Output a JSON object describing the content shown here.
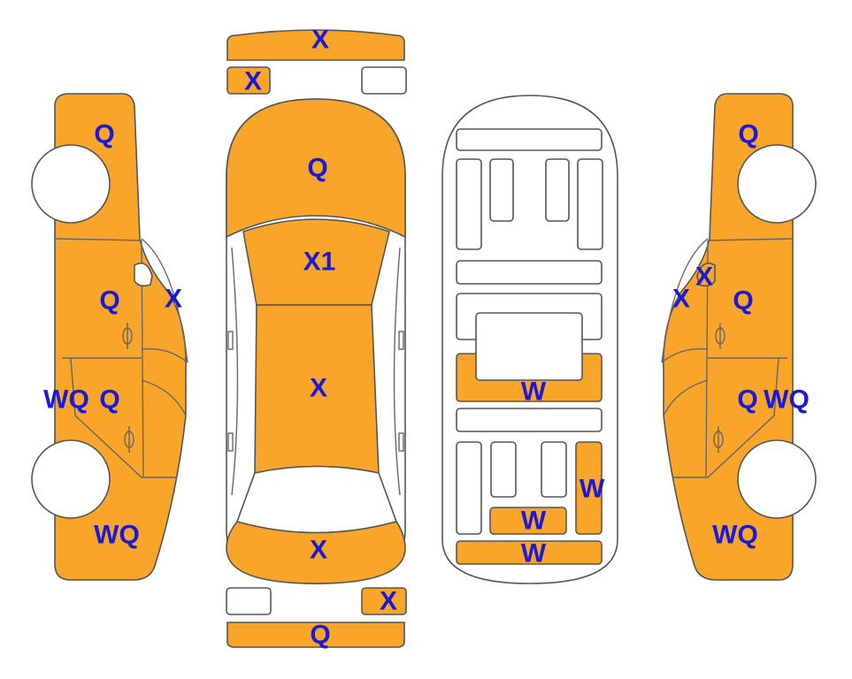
{
  "colors": {
    "damaged": "#F9A52A",
    "undamaged": "#FFFFFF",
    "outline": "#555555",
    "label": "#1A1AD6"
  },
  "front_bumper": {
    "label": "X"
  },
  "front_grille": {
    "label": "X"
  },
  "hood": {
    "label": "Q"
  },
  "windshield": {
    "label": "X1"
  },
  "roof": {
    "label": "X"
  },
  "trunk": {
    "label": "X"
  },
  "rear_lamp": {
    "label": "X"
  },
  "rear_bumper": {
    "label": "Q"
  },
  "left_side": {
    "front_fender": "Q",
    "front_door": "Q",
    "a_pillar": "X",
    "rocker": "WQ",
    "rear_door": "Q",
    "rear_quarter": "WQ"
  },
  "right_side": {
    "front_fender": "Q",
    "mirror": "X",
    "a_pillar": "X",
    "front_door": "Q",
    "rear_door": "Q",
    "rocker": "WQ",
    "rear_quarter": "WQ"
  },
  "underbody": {
    "mid_panel": "W",
    "rear_right_rail": "W",
    "rear_crossmember": "W",
    "rear_panel": "W"
  }
}
